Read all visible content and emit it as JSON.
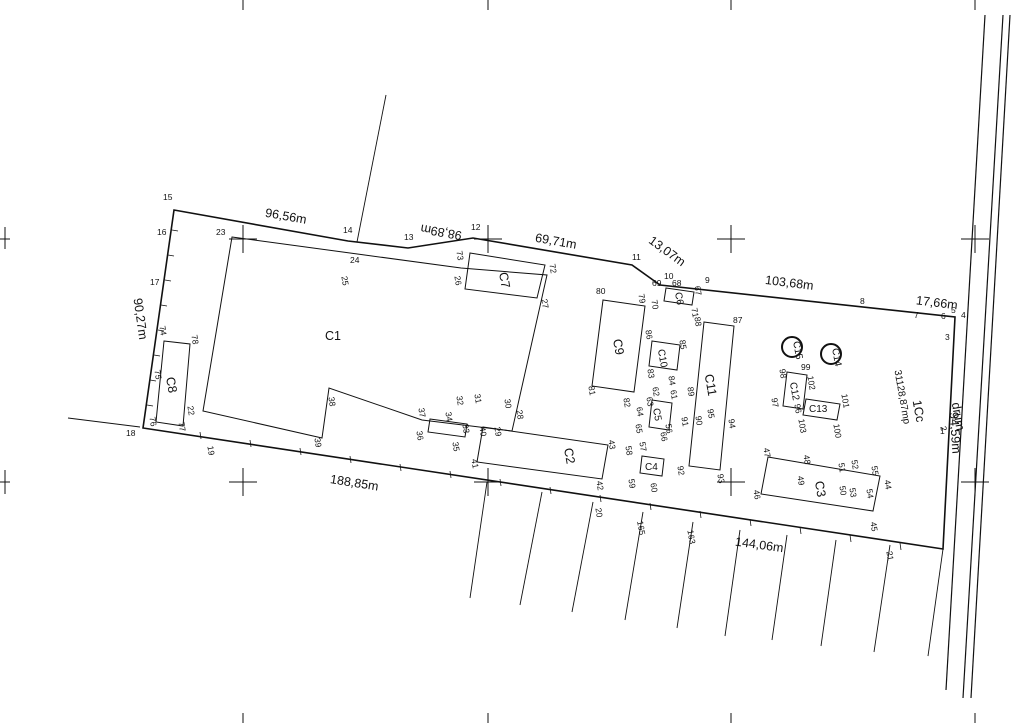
{
  "plan": {
    "parcel_code": "1Cc",
    "area": "31128,87mp",
    "road": "drum",
    "dimensions": {
      "north_a": "96,56m",
      "north_b": "98,89m",
      "north_c": "69,71m",
      "north_d": "13,07m",
      "north_e": "103,68m",
      "north_f": "17,66m",
      "west": "90,27m",
      "east": "94,59m",
      "south_a": "188,85m",
      "south_b": "144,06m"
    },
    "buildings": {
      "c1": "C1",
      "c2": "C2",
      "c3": "C3",
      "c4": "C4",
      "c5": "C5",
      "c6": "C6",
      "c7": "C7",
      "c8": "C8",
      "c9": "C9",
      "c10": "C10",
      "c11": "C11",
      "c12": "C12",
      "c13": "C13",
      "c14": "C14",
      "c15": "C15"
    },
    "points": {
      "p1": "1",
      "p2": "2",
      "p3": "3",
      "p4": "4",
      "p5": "5",
      "p6": "6",
      "p7": "7",
      "p8": "8",
      "p9": "9",
      "p10": "10",
      "p11": "11",
      "p12": "12",
      "p13": "13",
      "p14": "14",
      "p15": "15",
      "p16": "16",
      "p17": "17",
      "p18": "18",
      "p19": "19",
      "p20": "20",
      "p21": "21",
      "p22": "22",
      "p23": "23",
      "p24": "24",
      "p25": "25",
      "p26": "26",
      "p27": "27",
      "p28": "28",
      "p29": "29",
      "p30": "30",
      "p31": "31",
      "p32": "32",
      "p33": "33",
      "p34": "34",
      "p35": "35",
      "p36": "36",
      "p37": "37",
      "p38": "38",
      "p39": "39",
      "p40": "40",
      "p41": "41",
      "p42": "42",
      "p43": "43",
      "p44": "44",
      "p45": "45",
      "p46": "46",
      "p47": "47",
      "p48": "48",
      "p49": "49",
      "p50": "50",
      "p51": "51",
      "p52": "52",
      "p53": "53",
      "p54": "54",
      "p55": "55",
      "p56": "56",
      "p57": "57",
      "p58": "58",
      "p59": "59",
      "p60": "60",
      "p61": "61",
      "p62": "62",
      "p63": "63",
      "p64": "64",
      "p65": "65",
      "p66": "66",
      "p67": "67",
      "p68": "68",
      "p69": "69",
      "p70": "70",
      "p71": "71",
      "p72": "72",
      "p73": "73",
      "p74": "74",
      "p75": "75",
      "p76": "76",
      "p77": "77",
      "p78": "78",
      "p79": "79",
      "p80": "80",
      "p81": "81",
      "p82": "82",
      "p83": "83",
      "p84": "84",
      "p85": "85",
      "p86": "86",
      "p87": "87",
      "p88": "88",
      "p89": "89",
      "p90": "90",
      "p91": "91",
      "p92": "92",
      "p93": "93",
      "p94": "94",
      "p95": "95",
      "p96": "96",
      "p97": "97",
      "p98": "98",
      "p99": "99",
      "p100": "100",
      "p101": "101",
      "p102": "102",
      "p103": "103",
      "p163": "163",
      "p165": "165"
    }
  }
}
